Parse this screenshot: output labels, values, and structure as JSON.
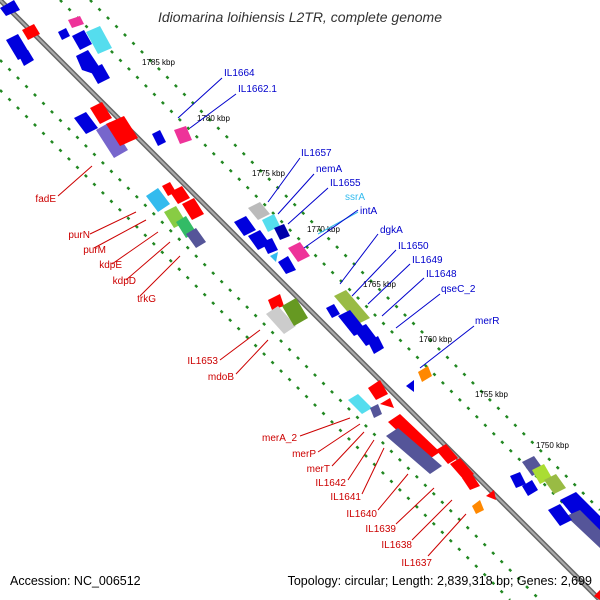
{
  "title": "Idiomarina loihiensis L2TR, complete genome",
  "footer": {
    "accession": "Accession: NC_006512",
    "summary": "Topology: circular; Length: 2,839,318 bp; Genes: 2,699"
  },
  "colors": {
    "forward_label": "#0000cc",
    "reverse_label": "#cc0000",
    "rna_label": "#33bbee",
    "backbone": "#888888",
    "tick": "#228822"
  },
  "ticks": [
    "1785 kbp",
    "1780 kbp",
    "1775 kbp",
    "1770 kbp",
    "1765 kbp",
    "1760 kbp",
    "1755 kbp",
    "1750 kbp"
  ],
  "forward_labels": [
    "IL1664",
    "IL1662.1",
    "IL1657",
    "nemA",
    "IL1655",
    "ssrA",
    "intA",
    "dgkA",
    "IL1650",
    "IL1649",
    "IL1648",
    "qseC_2",
    "merR"
  ],
  "reverse_labels": [
    "fadE",
    "purN",
    "purM",
    "kdpE",
    "kdpD",
    "trkG",
    "IL1653",
    "mdoB",
    "merA_2",
    "merP",
    "merT",
    "IL1642",
    "IL1641",
    "IL1640",
    "IL1639",
    "IL1638",
    "IL1637"
  ]
}
